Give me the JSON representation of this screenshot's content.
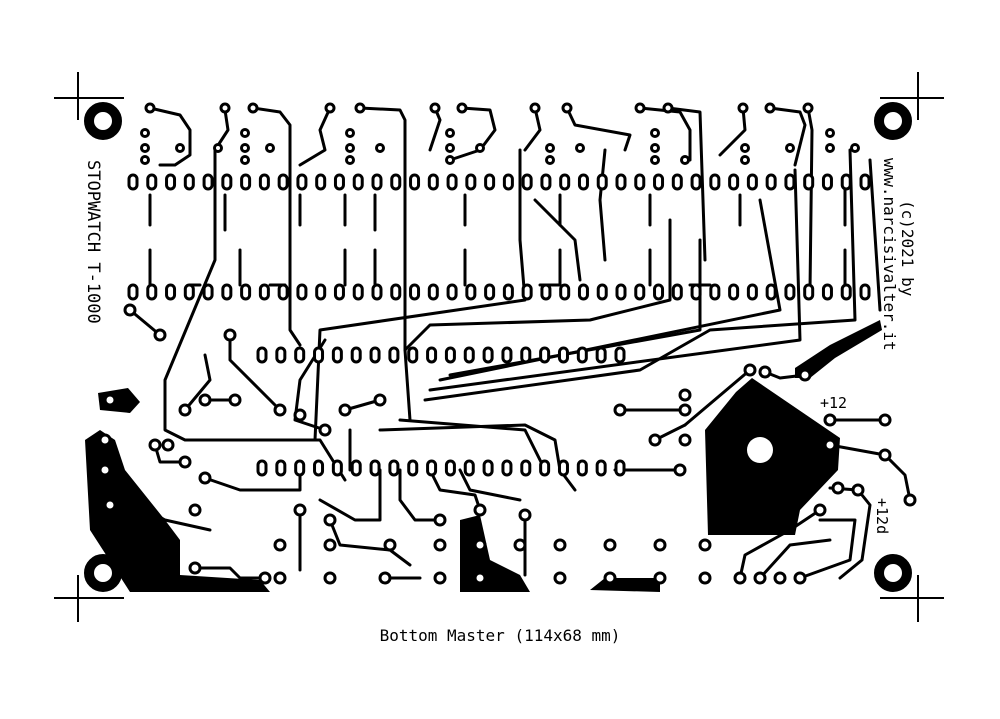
{
  "board": {
    "title": "STOPWATCH T-1000",
    "copyright": "(c)2021 by",
    "website": "www.narcisivalter.it",
    "label_12": "+12",
    "label_12d": "+12d",
    "caption": "Bottom Master (114x68 mm)",
    "ink_color": "#000000",
    "paper_color": "#ffffff"
  }
}
